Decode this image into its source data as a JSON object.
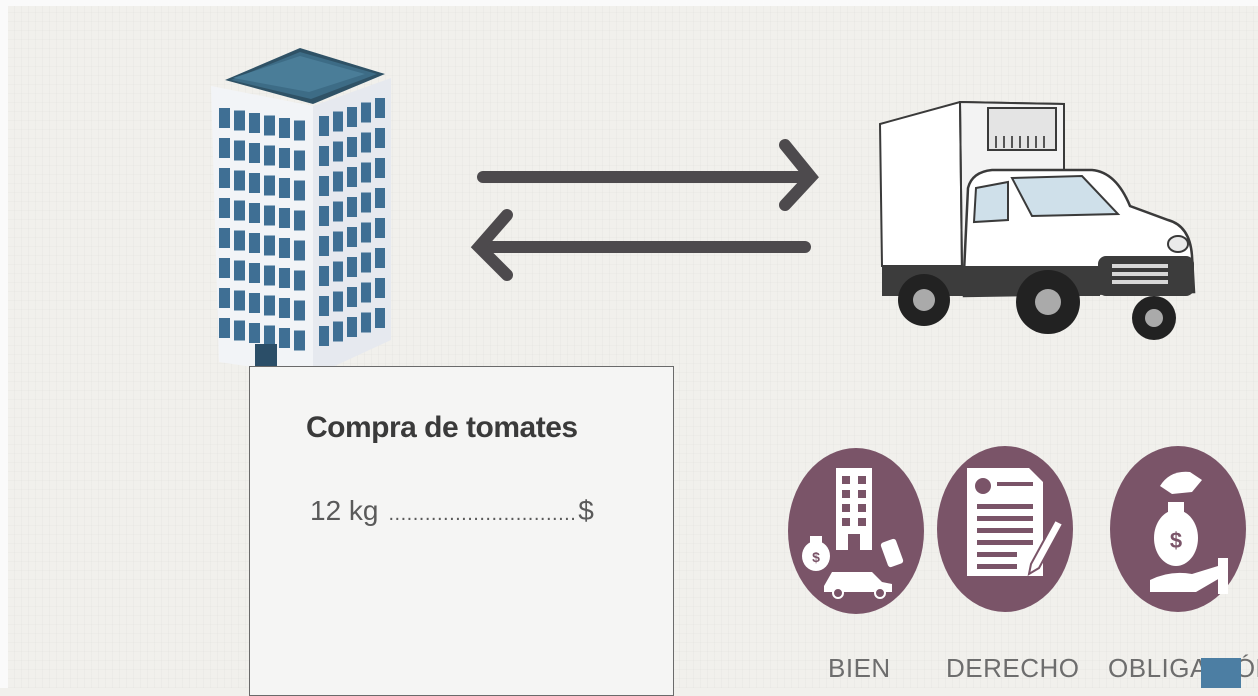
{
  "invoice": {
    "title": "Compra de tomates",
    "quantity": "12 kg",
    "dots": "...............................",
    "currency": "$"
  },
  "categories": {
    "bien": "BIEN",
    "derecho": "DERECHO",
    "obligacion": "OBLIGACIÓN"
  },
  "colors": {
    "background": "#f1f0ec",
    "circle": "#7a5468",
    "arrow": "#4d4a4d",
    "building_glass": "#3f6f94",
    "building_roof": "#355a73"
  },
  "icons": {
    "building": "office-building-icon",
    "truck": "delivery-truck-icon",
    "arrows": "exchange-arrows-icon",
    "bien": "assets-icon",
    "derecho": "contract-document-icon",
    "obligacion": "payment-hand-icon"
  }
}
